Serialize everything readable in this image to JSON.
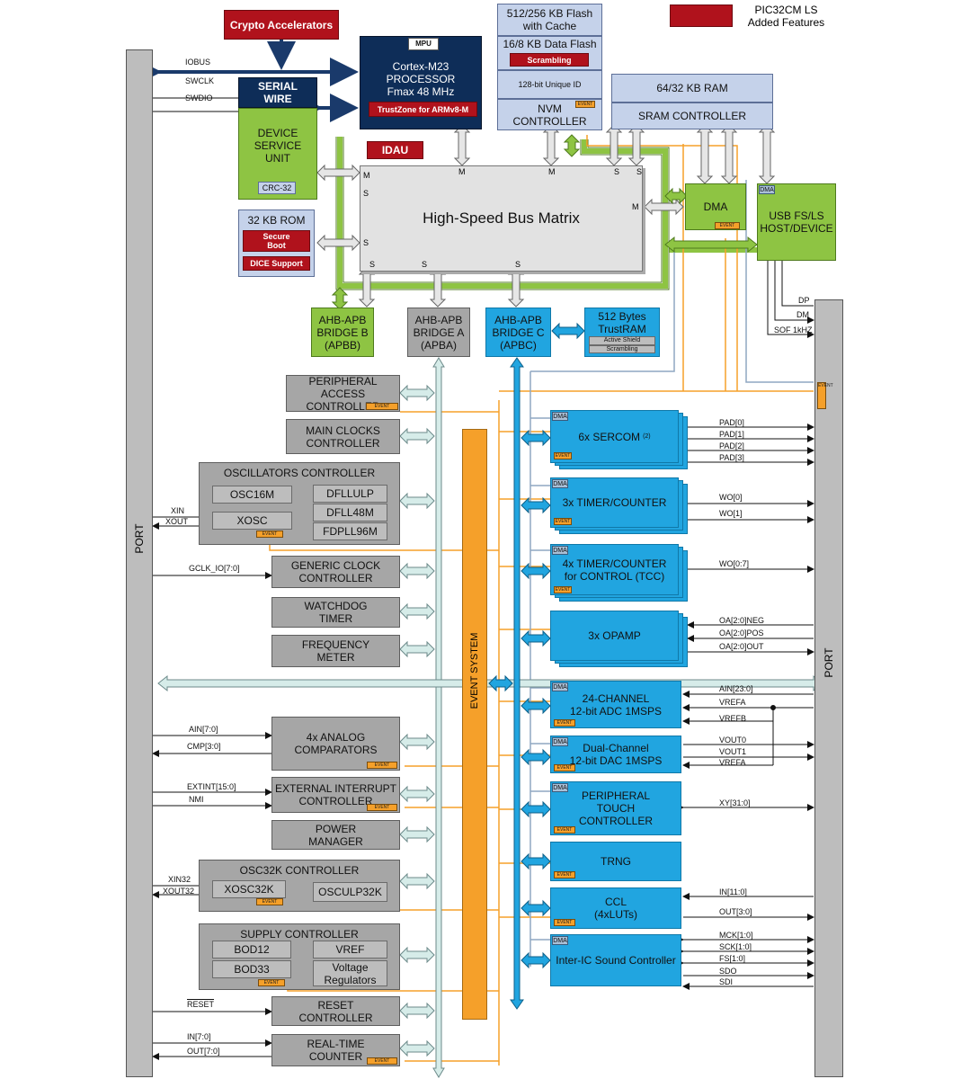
{
  "legend": {
    "label": "PIC32CM LS\nAdded Features",
    "color": "#b0121c"
  },
  "colors": {
    "event": "#f5a02a",
    "bus_green": "#8ec443",
    "apb_blue": "#21a5e0",
    "apba_light": "#d6ece9",
    "navy": "#0e2d58"
  },
  "ports": {
    "left": "PORT",
    "right": "PORT"
  },
  "top": {
    "crypto": "Crypto Accelerators",
    "mpu": "MPU",
    "cpu": "Cortex-M23\nPROCESSOR\nFmax 48 MHz",
    "trustzone": "TrustZone for ARMv8-M",
    "serial_wire": "SERIAL\nWIRE",
    "dsu": "DEVICE\nSERVICE\nUNIT",
    "crc": "CRC-32",
    "idau": "IDAU",
    "rom": "32 KB ROM",
    "secure_boot": "Secure\nBoot",
    "dice": "DICE Support",
    "flash": "512/256 KB Flash\nwith Cache",
    "data_flash": "16/8 KB Data Flash",
    "scrambling": "Scrambling",
    "uid": "128-bit  Unique ID",
    "nvm": "NVM\nCONTROLLER",
    "ram": "64/32 KB RAM",
    "sram": "SRAM CONTROLLER",
    "bus_matrix": "High-Speed Bus Matrix",
    "dma": "DMA",
    "usb": "USB FS/LS\nHOST/DEVICE",
    "dma_tag": "DMA",
    "event_tag": "EVENT"
  },
  "signals_left_top": {
    "iobus": "IOBUS",
    "swclk": "SWCLK",
    "swdio": "SWDIO"
  },
  "matrix_ports": {
    "m": "M",
    "s": "S"
  },
  "bridges": {
    "apbb": "AHB-APB\nBRIDGE B\n(APBB)",
    "apba": "AHB-APB\nBRIDGE A\n(APBA)",
    "apbc": "AHB-APB\nBRIDGE C\n(APBC)",
    "trustram": "512 Bytes\nTrustRAM",
    "active_shield": "Active Shield",
    "tr_scrambling": "Scrambling"
  },
  "usb_signals": {
    "dp": "DP",
    "dm": "DM",
    "sof": "SOF 1kHZ"
  },
  "left_blocks": {
    "pac": "PERIPHERAL ACCESS\nCONTROLLER",
    "mclk": "MAIN CLOCKS\nCONTROLLER",
    "osc": "OSCILLATORS CONTROLLER",
    "osc16m": "OSC16M",
    "xosc": "XOSC",
    "dfllulp": "DFLLULP",
    "dfll48m": "DFLL48M",
    "fdpll96m": "FDPLL96M",
    "gclk": "GENERIC CLOCK\nCONTROLLER",
    "wdt": "WATCHDOG\nTIMER",
    "freqm": "FREQUENCY\nMETER",
    "ac": "4x ANALOG\nCOMPARATORS",
    "eic": "EXTERNAL INTERRUPT\nCONTROLLER",
    "pm": "POWER\nMANAGER",
    "osc32k": "OSC32K CONTROLLER",
    "xosc32k": "XOSC32K",
    "osculp32k": "OSCULP32K",
    "supc": "SUPPLY CONTROLLER",
    "bod12": "BOD12",
    "bod33": "BOD33",
    "vref": "VREF",
    "vreg": "Voltage\nRegulators",
    "rstc": "RESET\nCONTROLLER",
    "rtc": "REAL-TIME\nCOUNTER"
  },
  "left_signals": {
    "xin": "XIN",
    "xout": "XOUT",
    "gclk_io": "GCLK_IO[7:0]",
    "ain": "AIN[7:0]",
    "cmp": "CMP[3:0]",
    "extint": "EXTINT[15:0]",
    "nmi": "NMI",
    "xin32": "XIN32",
    "xout32": "XOUT32",
    "reset": "RESET",
    "in": "IN[7:0]",
    "out": "OUT[7:0]"
  },
  "event_system": "EVENT SYSTEM",
  "right_blocks": {
    "sercom": "6x SERCOM",
    "sercom_note": "(2)",
    "tc": "3x TIMER/COUNTER",
    "tcc": "4x TIMER/COUNTER\nfor CONTROL (TCC)",
    "opamp": "3x OPAMP",
    "adc": "24-CHANNEL\n12-bit ADC 1MSPS",
    "dac": "Dual-Channel\n12-bit DAC 1MSPS",
    "ptc": "PERIPHERAL\nTOUCH\nCONTROLLER",
    "trng": "TRNG",
    "ccl": "CCL\n(4xLUTs)",
    "i2s": "Inter-IC Sound Controller"
  },
  "right_signals": {
    "pad0": "PAD[0]",
    "pad1": "PAD[1]",
    "pad2": "PAD[2]",
    "pad3": "PAD[3]",
    "wo0": "WO[0]",
    "wo1": "WO[1]",
    "wo07": "WO[0:7]",
    "oaneg": "OA[2:0]NEG",
    "oapos": "OA[2:0]POS",
    "oaout": "OA[2:0]OUT",
    "ain23": "AIN[23:0]",
    "vrefa": "VREFA",
    "vrefb": "VREFB",
    "vout0": "VOUT0",
    "vout1": "VOUT1",
    "vrefa2": "VREFA",
    "xy": "XY[31:0]",
    "in11": "IN[11:0]",
    "out3": "OUT[3:0]",
    "mck": "MCK[1:0]",
    "sck": "SCK[1:0]",
    "fs": "FS[1:0]",
    "sdo": "SDO",
    "sdi": "SDI"
  }
}
